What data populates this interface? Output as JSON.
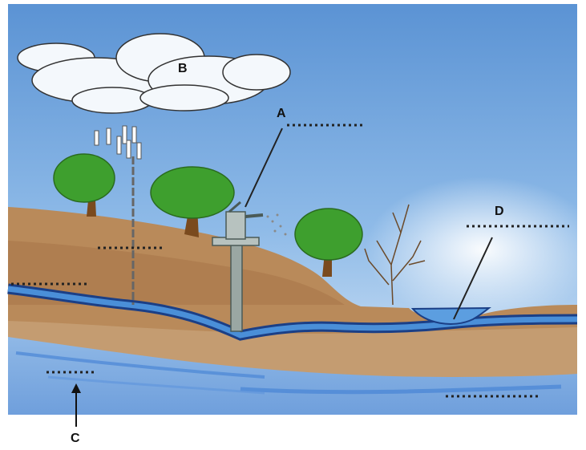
{
  "labels": {
    "a": "A",
    "b": "B",
    "c": "C",
    "d": "D"
  },
  "colors": {
    "sky_top": "#5d95d6",
    "sky_bottom": "#cfe1f5",
    "soil": "#b98a5a",
    "soil_dark": "#9c6c43",
    "water": "#4a8fd8",
    "groundwater": "#7fb0e8",
    "foliage": "#3e9f2e",
    "trunk": "#7a4a1e",
    "pump": "#9aa7a3"
  },
  "icons": {
    "hand_pump": "hand-pump-icon",
    "cloud": "cloud-icon",
    "rain": "rain-icon",
    "tree": "tree-icon",
    "dry_bush": "dry-bush-icon"
  }
}
